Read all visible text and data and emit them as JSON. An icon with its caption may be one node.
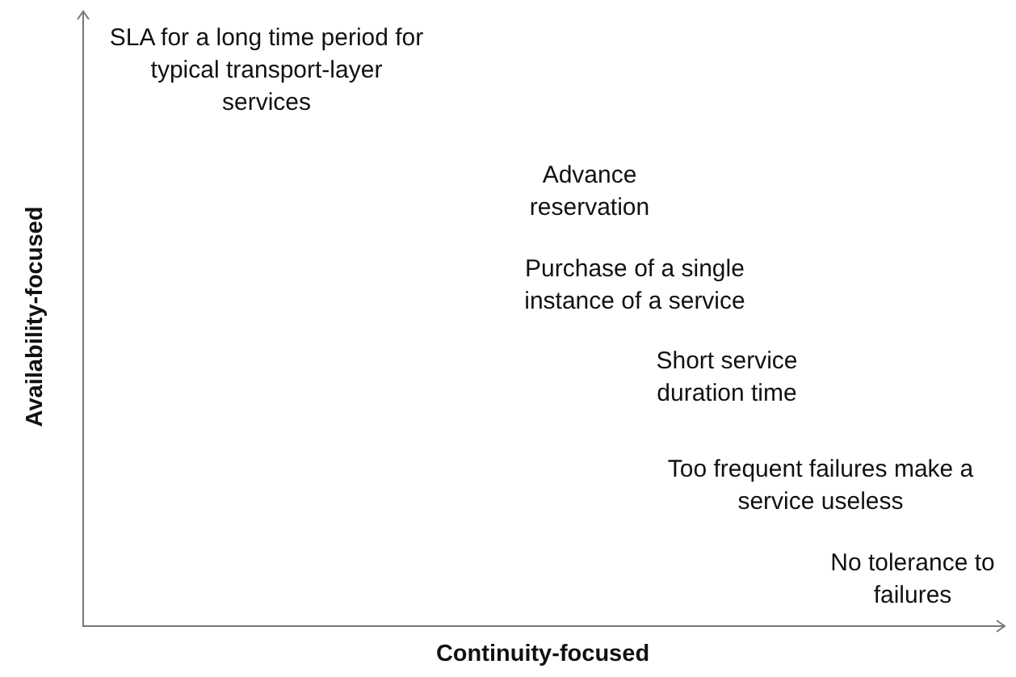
{
  "diagram": {
    "labels": [
      "SLA for a long time period for typical transport-layer services",
      "Advance reservation",
      "Purchase of a single instance of a service",
      "Short service duration time",
      "Too frequent failures make a service useless",
      "No tolerance to failures",
      "Availability-focused",
      "Continuity-focused"
    ]
  }
}
